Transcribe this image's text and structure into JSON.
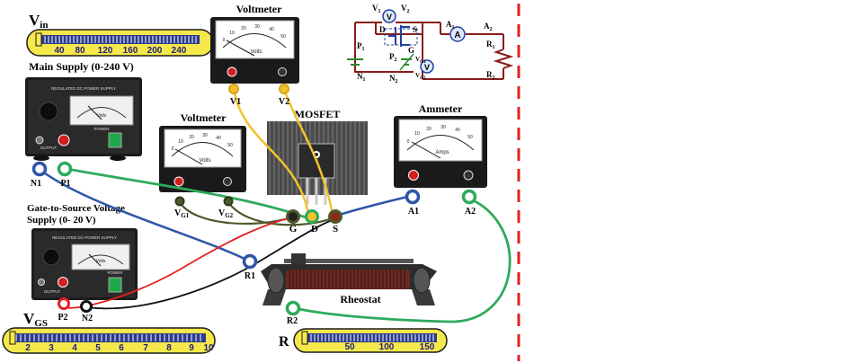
{
  "colors": {
    "slider_bg": "#f5e84a",
    "slider_track": "#2b3a8e",
    "wire_yellow": "#f2c32a",
    "wire_green": "#2eaa5c",
    "wire_red": "#e32020",
    "wire_black": "#111111",
    "wire_blue": "#2e56a8",
    "wire_olive": "#4d5a2c",
    "divider": "#e02020",
    "schematic": "#8b1c1c"
  },
  "sliders": {
    "vin": {
      "label_main": "V",
      "label_sub": "in",
      "ticks": [
        "40",
        "80",
        "120",
        "160",
        "200",
        "240"
      ],
      "value_fraction": 0.0
    },
    "vgs": {
      "label_main": "V",
      "label_sub": "GS",
      "ticks": [
        "2",
        "3",
        "4",
        "5",
        "6",
        "7",
        "8",
        "9",
        "10"
      ],
      "value_fraction": 0.0
    },
    "r": {
      "label_main": "R",
      "ticks": [
        "50",
        "100",
        "150"
      ],
      "value_fraction": 0.0
    }
  },
  "main_supply": {
    "title": "Main Supply (0-240 V)",
    "panel_text": "REGULATED DC POWER SUPPLY",
    "meter_unit": "Volts",
    "output_label": "OUTPUT",
    "power_label": "POWER"
  },
  "gate_supply": {
    "title_line1": "Gate-to-Source Voltage",
    "title_line2": "Supply (0- 20 V)",
    "panel_text": "REGULATED DC POWER SUPPLY",
    "meter_unit": "Volts",
    "output_label": "OUTPUT",
    "power_label": "POWER"
  },
  "voltmeter_top": {
    "title": "Voltmeter",
    "unit": "Volts",
    "scale": [
      "0",
      "10",
      "20",
      "30",
      "40",
      "50"
    ]
  },
  "voltmeter_mid": {
    "title": "Voltmeter",
    "unit": "Volts",
    "scale": [
      "0",
      "10",
      "20",
      "30",
      "40",
      "50"
    ]
  },
  "ammeter": {
    "title": "Ammeter",
    "unit": "Amps",
    "scale": [
      "0",
      "10",
      "20",
      "30",
      "40",
      "50"
    ]
  },
  "mosfet": {
    "title": "MOSFET"
  },
  "rheostat": {
    "title": "Rheostat"
  },
  "terminals": {
    "n1": "N1",
    "p1": "P1",
    "v1": "V1",
    "v2": "V2",
    "vg1_main": "V",
    "vg1_sub": "G1",
    "vg2_main": "V",
    "vg2_sub": "G2",
    "g": "G",
    "d": "D",
    "s": "S",
    "a1": "A1",
    "a2": "A2",
    "r1": "R1",
    "r2": "R2",
    "p2": "P2",
    "n2": "N2"
  },
  "schematic": {
    "v1": "V",
    "v1_sub": "1",
    "v2": "V",
    "v2_sub": "2",
    "a1": "A",
    "a1_sub": "1",
    "a2": "A",
    "a2_sub": "2",
    "r1": "R",
    "r1_sub": "1",
    "r2": "R",
    "r2_sub": "2",
    "p1": "P",
    "p1_sub": "1",
    "n1": "N",
    "n1_sub": "1",
    "p2": "P",
    "p2_sub": "2",
    "n2": "N",
    "n2_sub": "2",
    "vg1": "V",
    "vg1_sub": "G1",
    "vg2": "V",
    "vg2_sub": "G2",
    "d": "D",
    "s": "S",
    "g": "G",
    "voltmeter_glyph": "V",
    "ammeter_glyph": "A"
  }
}
